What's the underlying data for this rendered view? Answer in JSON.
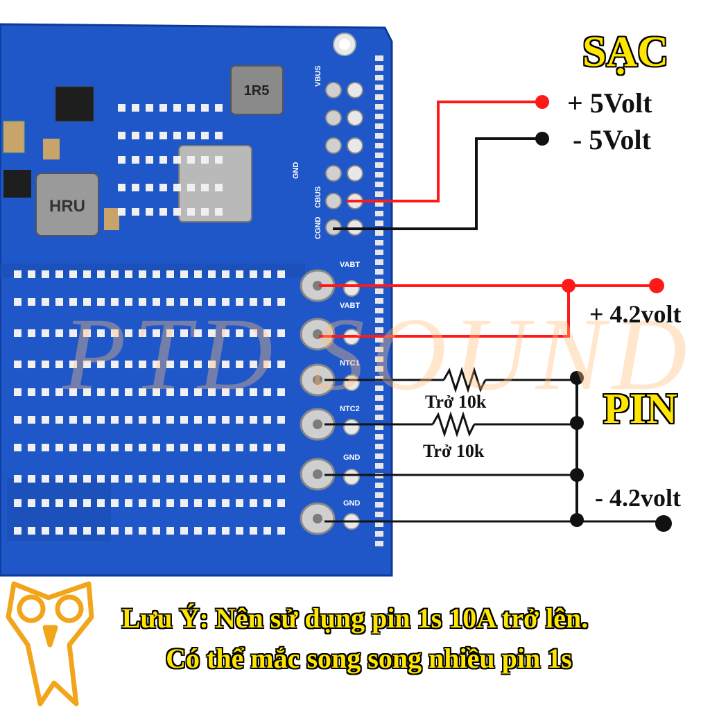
{
  "title_charge": "SẠC",
  "charge_plus": "+ 5Volt",
  "charge_minus": "- 5Volt",
  "battery_plus": "+ 4.2volt",
  "battery_title": "PIN",
  "battery_minus": "- 4.2volt",
  "resistor1_label": "Trở 10k",
  "resistor2_label": "Trở 10k",
  "note_line1": "Lưu Ý: Nên sử dụng pin 1s 10A trở lên.",
  "note_line2": "Có thể mắc song song nhiều pin 1s",
  "watermark": "PTD SOUND",
  "pcb": {
    "pad_labels": [
      "VABT",
      "VABT",
      "NTC1",
      "NTC2",
      "GND",
      "GND"
    ],
    "header_labels": [
      "VBUS",
      "CBUS",
      "CGND",
      "GND"
    ],
    "inductor_label": "1R5",
    "inductor2_label": "HRU"
  },
  "colors": {
    "pcb_blue": "#1f57c8",
    "wire_red": "#ff1a1a",
    "wire_black": "#111111",
    "text_yellow": "#ffe600"
  }
}
